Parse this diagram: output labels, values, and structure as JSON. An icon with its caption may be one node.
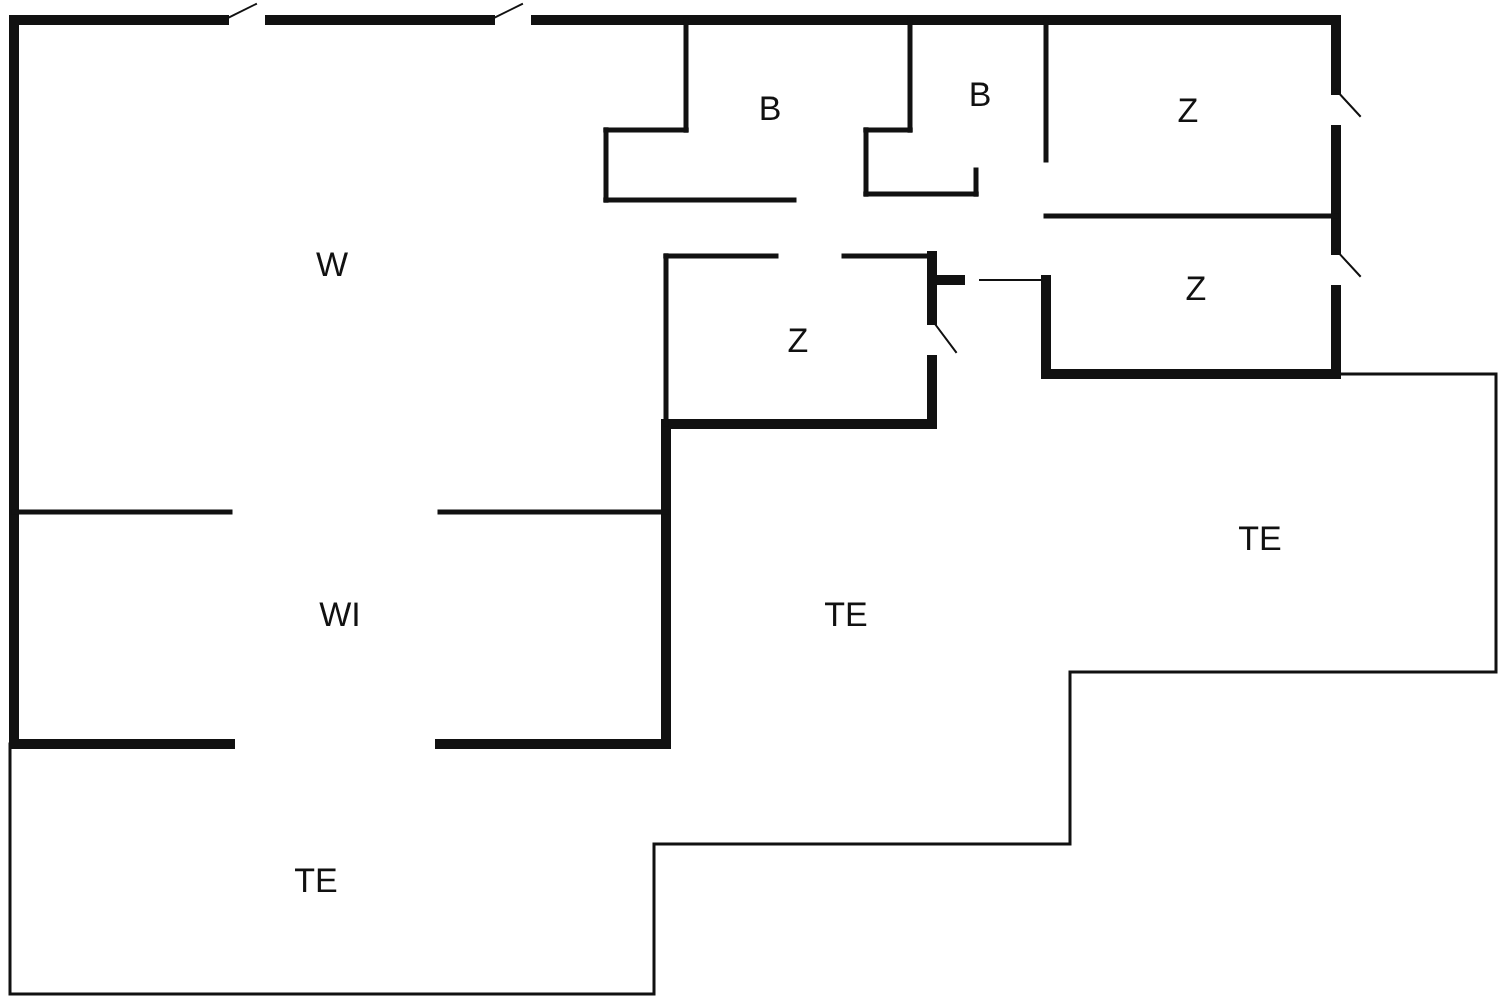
{
  "diagram": {
    "labels": [
      "W",
      "B",
      "B",
      "Z",
      "Z",
      "Z",
      "WI",
      "TE",
      "TE",
      "TE"
    ]
  }
}
